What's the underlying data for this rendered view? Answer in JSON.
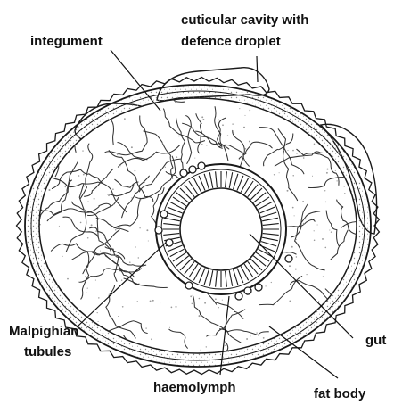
{
  "labels": {
    "integument": "integument",
    "cavity_line1": "cuticular cavity with",
    "cavity_line2": "defence droplet",
    "malpighian_line1": "Malpighian",
    "malpighian_line2": "tubules",
    "haemolymph": "haemolymph",
    "gut": "gut",
    "fat_body": "fat body"
  },
  "colors": {
    "ink": "#111111",
    "paper": "#ffffff",
    "stipple": "#9a9a9a"
  }
}
